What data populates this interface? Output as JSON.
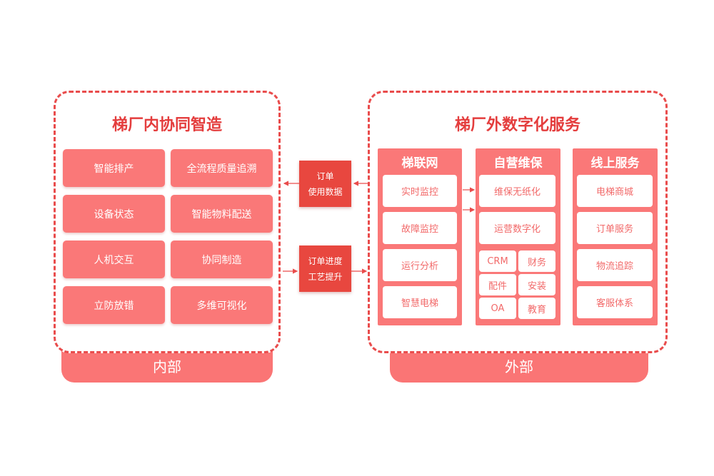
{
  "inner": {
    "title": "梯厂内协同智造",
    "footer": "内部",
    "tiles": [
      "智能排产",
      "全流程质量追溯",
      "设备状态",
      "智能物料配送",
      "人机交互",
      "协同制造",
      "立防放错",
      "多维可视化"
    ]
  },
  "flows": {
    "top": {
      "line1": "订单",
      "line2": "使用数据"
    },
    "bottom": {
      "line1": "订单进度",
      "line2": "工艺提升"
    }
  },
  "outer": {
    "title": "梯厂外数字化服务",
    "footer": "外部",
    "columns": [
      {
        "header": "梯联网",
        "items": [
          "实时监控",
          "故障监控",
          "运行分析",
          "智慧电梯"
        ]
      },
      {
        "header": "自营维保",
        "items": [
          "维保无纸化",
          "运营数字化"
        ],
        "grid": [
          "CRM",
          "财务",
          "配件",
          "安装",
          "OA",
          "教育"
        ]
      },
      {
        "header": "线上服务",
        "items": [
          "电梯商城",
          "订单服务",
          "物流追踪",
          "客服体系"
        ]
      }
    ]
  },
  "colors": {
    "accent": "#e94c4c",
    "tile": "#fa7878",
    "flow": "#e8473f"
  }
}
